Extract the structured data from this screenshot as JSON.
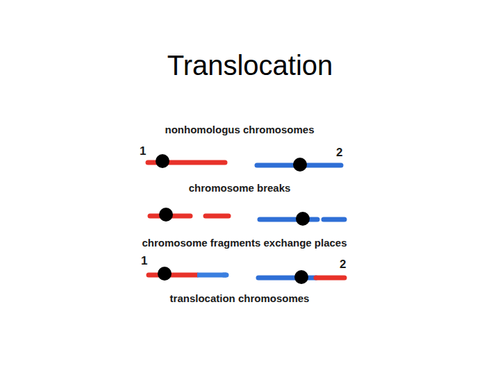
{
  "diagram": {
    "title": "Translocation",
    "labels": [
      "nonhomologus chromosomes",
      "1",
      "2",
      "chromosome breaks",
      "chromosome fragments exchange places",
      "1",
      "2",
      "translocation chromosomes"
    ]
  }
}
